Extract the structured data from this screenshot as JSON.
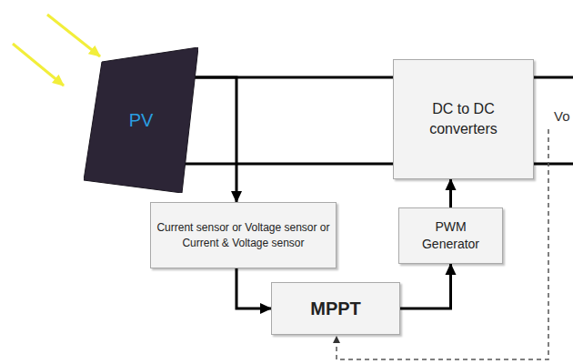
{
  "diagram": {
    "nodes": [
      {
        "text": [
          "PV"
        ]
      },
      {
        "text": [
          "DC to DC converters"
        ]
      },
      {
        "text": [
          "Current sensor or Voltage sensor or Current & Voltage sensor"
        ]
      },
      {
        "text": [
          "PWM Generator"
        ]
      },
      {
        "text": [
          "MPPT"
        ]
      }
    ],
    "edges": [
      {
        "from": 0,
        "to": 1,
        "arrow": "none"
      },
      {
        "from": 0,
        "to": 1,
        "arrow": "none"
      },
      {
        "from": 0,
        "to": 2,
        "arrow": "to"
      },
      {
        "from": 2,
        "to": 4,
        "arrow": "to"
      },
      {
        "from": 4,
        "to": 3,
        "arrow": "to"
      },
      {
        "from": 3,
        "to": 1,
        "arrow": "to"
      }
    ],
    "labels": [
      "Vo"
    ]
  }
}
